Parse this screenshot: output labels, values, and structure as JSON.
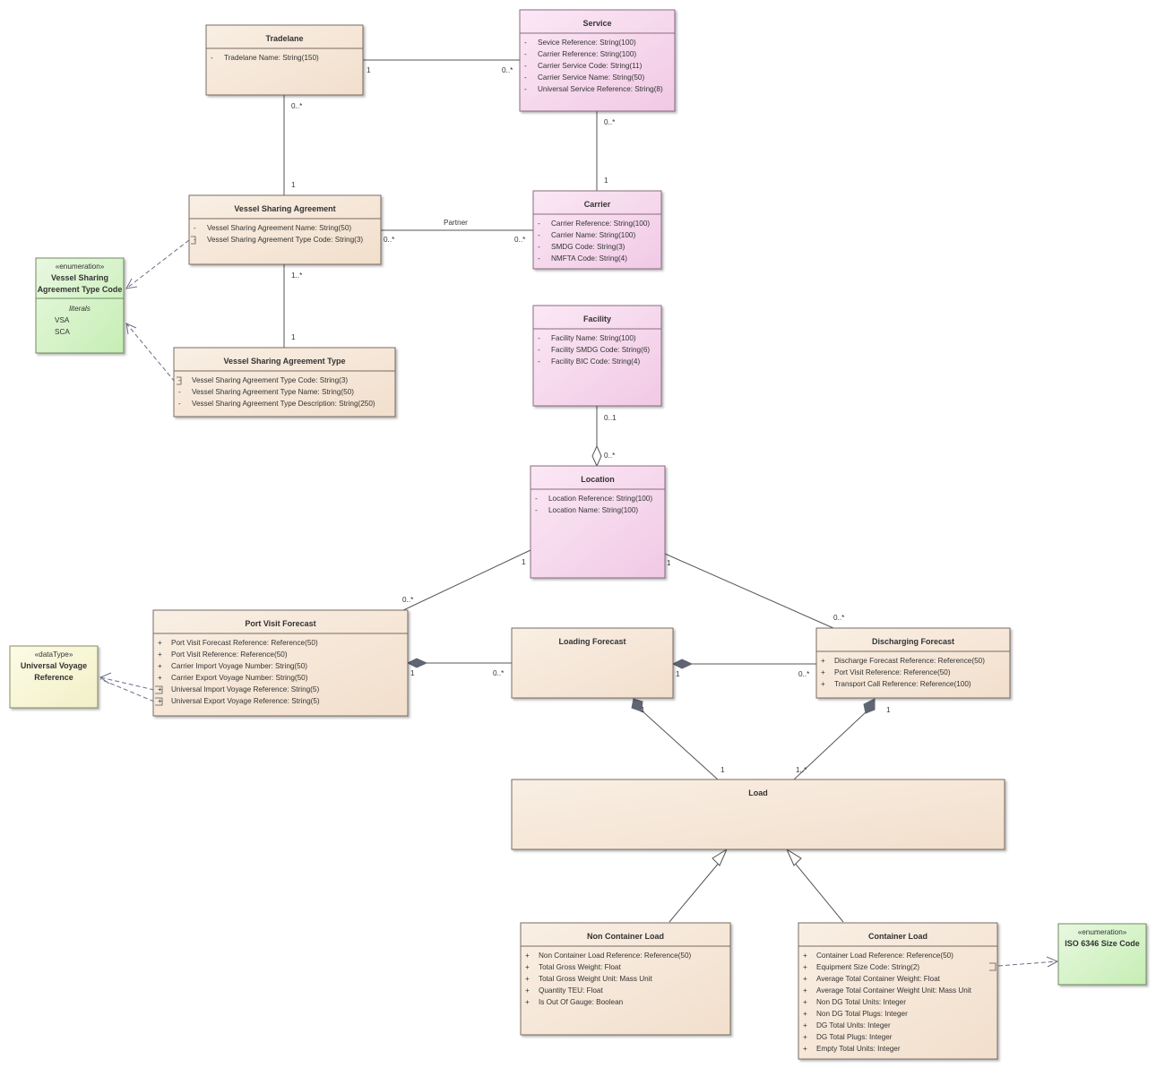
{
  "classes": {
    "tradelane": {
      "title": "Tradelane",
      "attributes": [
        {
          "vis": "-",
          "text": "Tradelane Name: String(150)"
        }
      ]
    },
    "service": {
      "title": "Service",
      "attributes": [
        {
          "vis": "-",
          "text": "Sevice Reference: String(100)"
        },
        {
          "vis": "-",
          "text": "Carrier Reference: String(100)"
        },
        {
          "vis": "-",
          "text": "Carrier Service Code: String(11)"
        },
        {
          "vis": "-",
          "text": "Carrier Service Name: String(50)"
        },
        {
          "vis": "-",
          "text": "Universal Service Reference: String(8)"
        }
      ]
    },
    "vessel_sharing_agreement": {
      "title": "Vessel Sharing Agreement",
      "attributes": [
        {
          "vis": "-",
          "text": "Vessel Sharing Agreement Name: String(50)"
        },
        {
          "vis": "-",
          "text": "Vessel Sharing Agreement Type Code: String(3)"
        }
      ]
    },
    "carrier": {
      "title": "Carrier",
      "attributes": [
        {
          "vis": "-",
          "text": "Carrier Reference: String(100)"
        },
        {
          "vis": "-",
          "text": "Carrier Name: String(100)"
        },
        {
          "vis": "-",
          "text": "SMDG Code: String(3)"
        },
        {
          "vis": "-",
          "text": "NMFTA Code: String(4)"
        }
      ]
    },
    "vessel_sharing_agreement_type": {
      "title": "Vessel Sharing Agreement Type",
      "attributes": [
        {
          "vis": "-",
          "text": "Vessel Sharing Agreement Type Code: String(3)"
        },
        {
          "vis": "-",
          "text": "Vessel Sharing Agreement Type Name: String(50)"
        },
        {
          "vis": "-",
          "text": "Vessel Sharing Agreement Type Description: String(250)"
        }
      ]
    },
    "facility": {
      "title": "Facility",
      "attributes": [
        {
          "vis": "-",
          "text": "Facility Name: String(100)"
        },
        {
          "vis": "-",
          "text": "Facility SMDG Code: String(6)"
        },
        {
          "vis": "-",
          "text": "Facility BIC Code: String(4)"
        }
      ]
    },
    "location": {
      "title": "Location",
      "attributes": [
        {
          "vis": "-",
          "text": "Location Reference: String(100)"
        },
        {
          "vis": "-",
          "text": "Location Name: String(100)"
        }
      ]
    },
    "port_visit_forecast": {
      "title": "Port Visit Forecast",
      "attributes": [
        {
          "vis": "+",
          "text": "Port Visit Forecast Reference: Reference(50)"
        },
        {
          "vis": "+",
          "text": "Port Visit Reference: Reference(50)"
        },
        {
          "vis": "+",
          "text": "Carrier Import Voyage Number: String(50)"
        },
        {
          "vis": "+",
          "text": "Carrier Export Voyage Number: String(50)"
        },
        {
          "vis": "+",
          "text": "Universal Import Voyage Reference: String(5)"
        },
        {
          "vis": "+",
          "text": "Universal Export Voyage Reference: String(5)"
        }
      ]
    },
    "loading_forecast": {
      "title": "Loading Forecast",
      "attributes": []
    },
    "discharging_forecast": {
      "title": "Discharging Forecast",
      "attributes": [
        {
          "vis": "+",
          "text": "Discharge Forecast Reference: Reference(50)"
        },
        {
          "vis": "+",
          "text": "Port Visit Reference: Reference(50)"
        },
        {
          "vis": "+",
          "text": "Transport Call Reference: Reference(100)"
        }
      ]
    },
    "load": {
      "title": "Load",
      "attributes": []
    },
    "non_container_load": {
      "title": "Non Container Load",
      "attributes": [
        {
          "vis": "+",
          "text": "Non Container Load Reference: Reference(50)"
        },
        {
          "vis": "+",
          "text": "Total Gross Weight: Float"
        },
        {
          "vis": "+",
          "text": "Total Gross Weight Unit: Mass Unit"
        },
        {
          "vis": "+",
          "text": "Quantity TEU: Float"
        },
        {
          "vis": "+",
          "text": "Is Out Of Gauge: Boolean"
        }
      ]
    },
    "container_load": {
      "title": "Container Load",
      "attributes": [
        {
          "vis": "+",
          "text": "Container Load Reference: Reference(50)"
        },
        {
          "vis": "+",
          "text": "Equipment Size Code: String(2)"
        },
        {
          "vis": "+",
          "text": "Average Total Container Weight: Float"
        },
        {
          "vis": "+",
          "text": "Average Total Container Weight Unit: Mass Unit"
        },
        {
          "vis": "+",
          "text": "Non DG Total Units: Integer"
        },
        {
          "vis": "+",
          "text": "Non DG Total Plugs: Integer"
        },
        {
          "vis": "+",
          "text": "DG Total Units: Integer"
        },
        {
          "vis": "+",
          "text": "DG Total Plugs: Integer"
        },
        {
          "vis": "+",
          "text": "Empty Total Units: Integer"
        }
      ]
    }
  },
  "enumerations": {
    "vsa_type_code": {
      "stereotype": "«enumeration»",
      "title_lines": [
        "Vessel Sharing",
        "Agreement Type Code"
      ],
      "literals_label": "literals",
      "literals": [
        "VSA",
        "SCA"
      ]
    },
    "universal_voyage_reference": {
      "stereotype": "«dataType»",
      "title_lines": [
        "Universal Voyage",
        "Reference"
      ]
    },
    "iso_6346_size_code": {
      "stereotype": "«enumeration»",
      "title_lines": [
        "ISO 6346 Size Code"
      ]
    }
  },
  "associations": {
    "tradelane_service": {
      "source": "1",
      "target": "0..*"
    },
    "tradelane_vsa": {
      "source": "0..*",
      "target": "1"
    },
    "service_carrier": {
      "source": "0..*",
      "target": "1"
    },
    "vsa_carrier": {
      "label": "Partner",
      "source": "0..*",
      "target": "0..*"
    },
    "vsa_type": {
      "source": "1..*",
      "target": "1"
    },
    "facility_location": {
      "source": "0..1",
      "target": "0..*"
    },
    "location_port_visit": {
      "source": "1",
      "target": "0..*"
    },
    "location_discharging": {
      "source": "1",
      "target": "0..*"
    },
    "port_visit_loading": {
      "source": "1",
      "target": "0..*"
    },
    "loading_discharging": {
      "source": "1",
      "target": "0..*"
    },
    "loading_load": {
      "source": "1",
      "target": "1"
    },
    "discharging_load": {
      "source": "1",
      "target": "1..*"
    }
  },
  "colors": {
    "class_fill_start": "#f9efe4",
    "class_fill_end": "#f2dfcc",
    "class_stroke": "#7a6a60",
    "service_fill_start": "#fbe4f3",
    "service_fill_end": "#f1c7e4",
    "service_stroke": "#8a6a80",
    "enum_fill_start": "#e6f8dd",
    "enum_fill_end": "#c8efb6",
    "datatype_fill_start": "#fbfae0",
    "datatype_fill_end": "#f3f1c4"
  }
}
